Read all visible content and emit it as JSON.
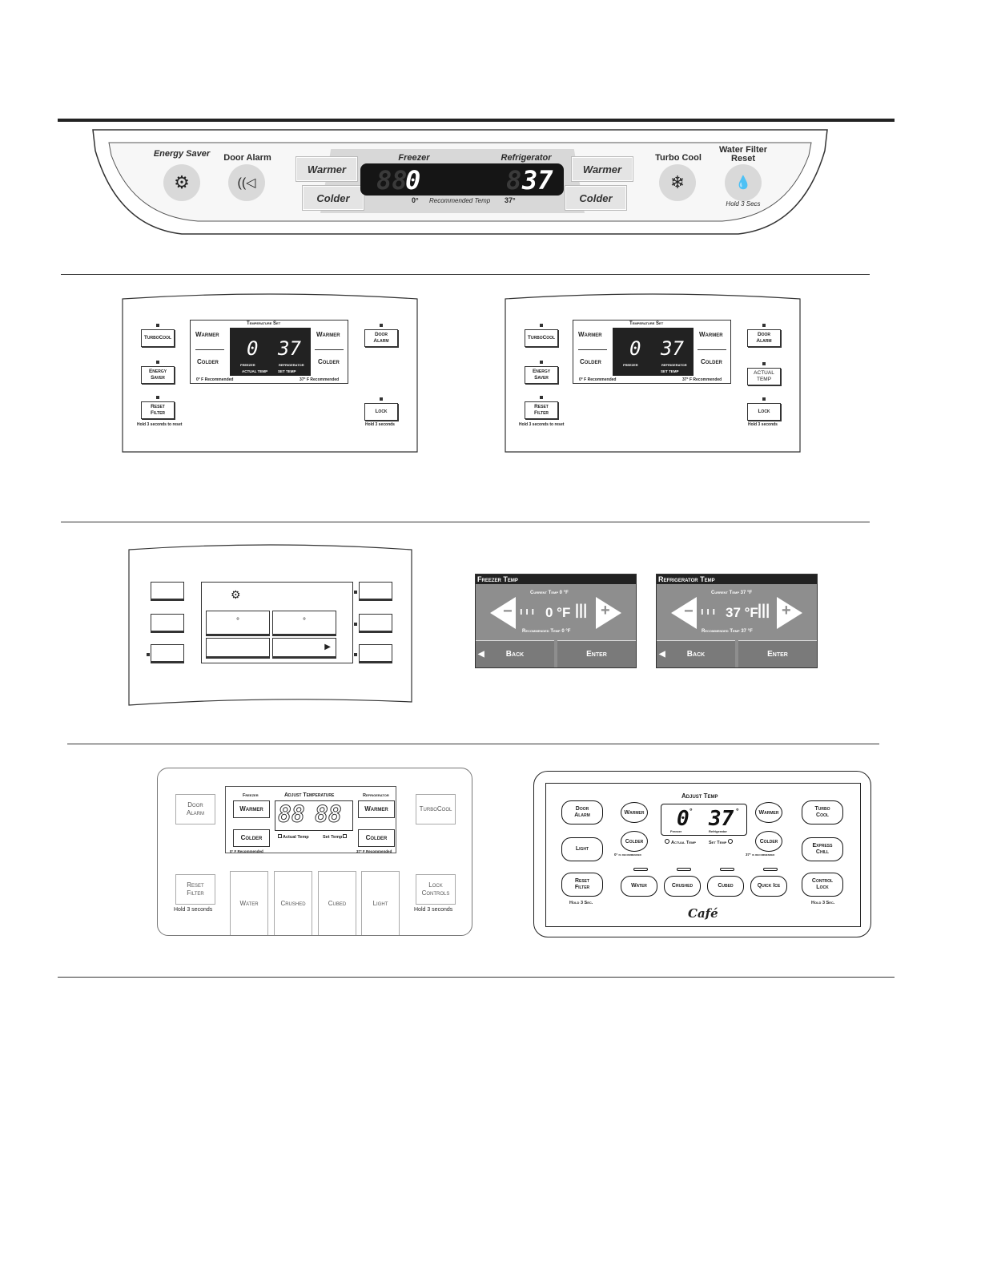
{
  "panel1": {
    "energy_saver": "Energy Saver",
    "door_alarm": "Door Alarm",
    "freezer": "Freezer",
    "refrigerator": "Refrigerator",
    "warmer": "Warmer",
    "colder": "Colder",
    "freezer_temp": "0",
    "fridge_temp": "37",
    "ghost": "88",
    "freezer_rec": "0°",
    "fridge_rec": "37°",
    "recommended": "Recommended Temp",
    "turbo_cool": "Turbo Cool",
    "water_filter_1": "Water Filter",
    "water_filter_2": "Reset",
    "hold": "Hold 3 Secs"
  },
  "panel_classic": {
    "turbocool": "TurboCool",
    "energy_1": "Energy",
    "energy_2": "Saver",
    "reset_1": "Reset",
    "reset_2": "Filter",
    "hold_reset": "Hold 3 seconds to reset",
    "temp_set": "Temperature Set",
    "warmer": "Warmer",
    "colder": "Colder",
    "freezer_temp": "0",
    "fridge_temp": "37",
    "freezer": "FREEZER",
    "refrigerator": "REFRIGERATOR",
    "actual_temp": "ACTUAL TEMP",
    "set_temp": "SET TEMP",
    "rec_freezer": "0° F Recommended",
    "rec_fridge": "37° F Recommended",
    "door_1": "Door",
    "door_2": "Alarm",
    "actual_1": "ACTUAL",
    "actual_2": "TEMP",
    "lock": "Lock",
    "hold_lock": "Hold 3 seconds"
  },
  "screens": {
    "freezer": {
      "title": "Freezer Temp",
      "current": "Current Temp 0 °F",
      "value": "0 °F",
      "recommended": "Recommended Temp 0 °F",
      "back": "Back",
      "enter": "Enter"
    },
    "fridge": {
      "title": "Refrigerator Temp",
      "current": "Current Temp 37 °F",
      "value": "37 °F",
      "recommended": "Recommended Temp 37 °F",
      "back": "Back",
      "enter": "Enter"
    }
  },
  "panel6": {
    "door_1": "Door",
    "door_2": "Alarm",
    "freezer": "Freezer",
    "adjust": "Adjust Temperature",
    "refrigerator": "Refrigerator",
    "warmer": "Warmer",
    "colder": "Colder",
    "digits_l": "88",
    "digits_r": "88",
    "actual_temp": "Actual Temp",
    "set_temp": "Set Temp",
    "rec_f": "0° F Recommended",
    "rec_r": "37° F Recommended",
    "turbocool": "TurboCool",
    "reset_1": "Reset",
    "reset_2": "Filter",
    "water": "Water",
    "crushed": "Crushed",
    "cubed": "Cubed",
    "light": "Light",
    "lock_1": "Lock",
    "lock_2": "Controls",
    "hold_l": "Hold 3 seconds",
    "hold_r": "Hold 3 seconds"
  },
  "cafe": {
    "adjust": "Adjust Temp",
    "door_1": "Door",
    "door_2": "Alarm",
    "light": "Light",
    "reset_1": "Reset",
    "reset_2": "Filter",
    "hold_l": "Hold 3 Sec.",
    "warmer": "Warmer",
    "colder": "Colder",
    "rec_f": "0° is recommended",
    "rec_r": "37° is recommended",
    "freezer_temp": "0",
    "fridge_temp": "37",
    "freezer": "Freezer",
    "refrigerator": "Refrigerator",
    "actual_temp": "Actual Temp",
    "set_temp": "Set Temp",
    "turbo_1": "Turbo",
    "turbo_2": "Cool",
    "express_1": "Express",
    "express_2": "Chill",
    "control_1": "Control",
    "control_2": "Lock",
    "hold_r": "Hold 3 Sec.",
    "water": "Water",
    "crushed": "Crushed",
    "cubed": "Cubed",
    "quick_ice": "Quick Ice",
    "logo": "Café"
  }
}
